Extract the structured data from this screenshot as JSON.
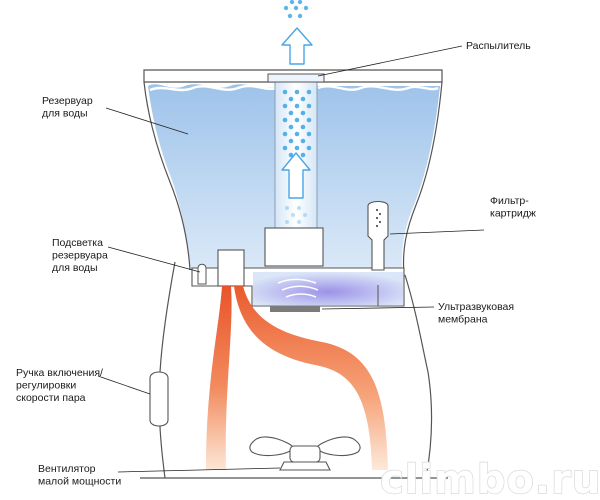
{
  "labels": {
    "nozzle": "Распылитель",
    "reservoir": [
      "Резервуар",
      "для воды"
    ],
    "filter": [
      "Фильтр-",
      "картридж"
    ],
    "backlight": [
      "Подсветка",
      "резервуара",
      "для воды"
    ],
    "membrane": [
      "Ультразвуковая",
      "мембрана"
    ],
    "knob": [
      "Ручка включения/",
      "регулировки",
      "скорости пара"
    ],
    "fan": [
      "Вентилятор",
      "малой мощности"
    ]
  },
  "watermark": "climbo.ru",
  "colors": {
    "water_top": "#9ec3ea",
    "water_bottom": "#d9e8f8",
    "mist_dots": "#42a8e6",
    "warm_air_hot": "#ea5a2c",
    "warm_air_light": "#fbe2cc",
    "outline": "#555555",
    "membrane_glow": "#a9a0ea"
  },
  "icons": {
    "arrow": "up-arrow-icon",
    "fan": "fan-icon",
    "knob": "knob-icon"
  }
}
